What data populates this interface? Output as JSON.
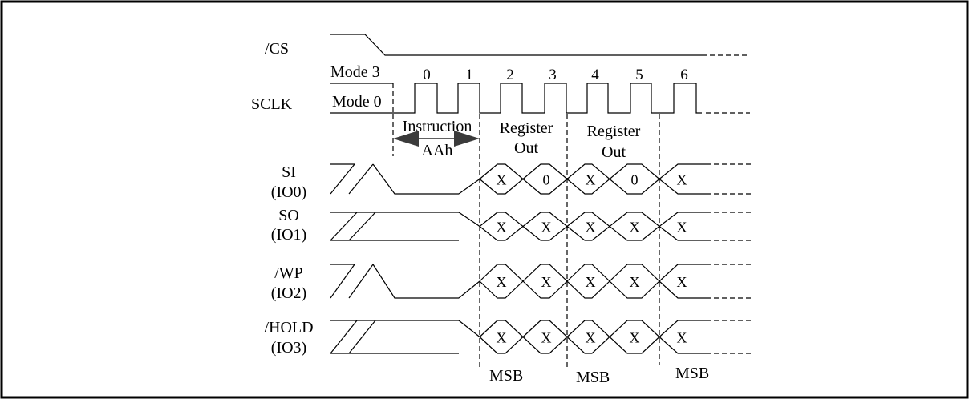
{
  "signals": {
    "cs": "/CS",
    "sclk": "SCLK",
    "si": "SI",
    "si_io": "(IO0)",
    "so": "SO",
    "so_io": "(IO1)",
    "wp": "/WP",
    "wp_io": "(IO2)",
    "hold": "/HOLD",
    "hold_io": "(IO3)"
  },
  "modes": {
    "mode3": "Mode 3",
    "mode0": "Mode 0"
  },
  "clock_numbers": [
    "0",
    "1",
    "2",
    "3",
    "4",
    "5",
    "6"
  ],
  "phases": {
    "instruction": "Instruction",
    "instruction_code": "AAh",
    "register_line1": "Register",
    "register_line2": "Out"
  },
  "cells": {
    "si": [
      "X",
      "0",
      "X",
      "0",
      "X"
    ],
    "so": [
      "X",
      "X",
      "X",
      "X",
      "X"
    ],
    "wp": [
      "X",
      "X",
      "X",
      "X",
      "X"
    ],
    "hold": [
      "X",
      "X",
      "X",
      "X",
      "X"
    ]
  },
  "msb_label": "MSB"
}
